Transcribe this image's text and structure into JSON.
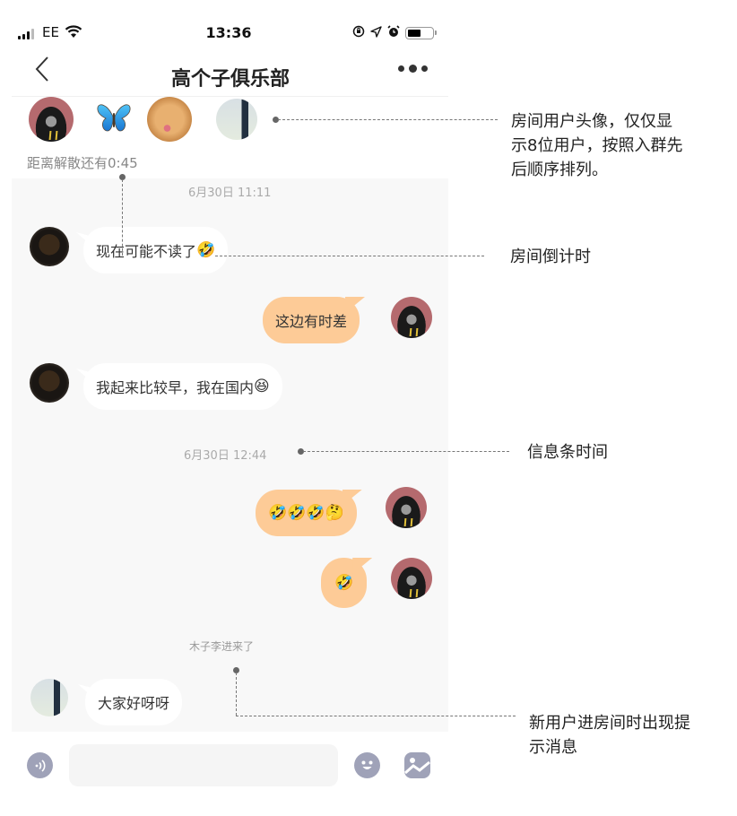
{
  "status_bar": {
    "carrier": "EE",
    "time": "13:36",
    "icons": [
      "signal-icon",
      "wifi-icon",
      "orientation-lock-icon",
      "location-icon",
      "alarm-icon",
      "battery-icon"
    ]
  },
  "nav": {
    "back_icon": "chevron-left-icon",
    "title": "高个子俱乐部",
    "more_icon": "more-dots-icon"
  },
  "members": [
    {
      "name": "member-1",
      "avatar": "girl-avatar"
    },
    {
      "name": "member-2",
      "avatar": "butterfly-avatar"
    },
    {
      "name": "member-3",
      "avatar": "cat-avatar"
    },
    {
      "name": "member-4",
      "avatar": "snow-scene-avatar"
    }
  ],
  "countdown": "距离解散还有0:45",
  "messages": [
    {
      "type": "time",
      "text": "6月30日 11:11"
    },
    {
      "type": "left",
      "text": "现在可能不读了",
      "emoji": "🤣",
      "avatar": "dark-avatar"
    },
    {
      "type": "right",
      "text": "这边有时差",
      "avatar": "girl-avatar"
    },
    {
      "type": "left",
      "text": "我起来比较早，我在国内",
      "emoji": "😆",
      "avatar": "dark-avatar"
    },
    {
      "type": "time",
      "text": "6月30日 12:44"
    },
    {
      "type": "right",
      "text": "",
      "emoji": "🤣🤣🤣🤔",
      "avatar": "girl-avatar"
    },
    {
      "type": "right",
      "text": "",
      "emoji": "🤣",
      "avatar": "girl-avatar"
    },
    {
      "type": "system",
      "text": "木子李进来了"
    },
    {
      "type": "left",
      "text": "大家好呀呀",
      "avatar": "snow-scene-avatar"
    }
  ],
  "input_bar": {
    "voice_icon": "voice-icon",
    "input_value": "",
    "input_placeholder": "",
    "emoji_icon": "emoji-icon",
    "image_icon": "image-icon"
  },
  "annotations": [
    {
      "text": "房间用户头像，仅仅显示8位用户，按照入群先后顺序排列。",
      "lines": [
        "房间用户头像，仅仅显",
        "示8位用户，按照入群先",
        "后顺序排列。"
      ]
    },
    {
      "text": "房间倒计时"
    },
    {
      "text": "信息条时间"
    },
    {
      "text": "新用户进房间时出现提示消息",
      "lines": [
        "新用户进房间时出现提",
        "示消息"
      ]
    }
  ]
}
